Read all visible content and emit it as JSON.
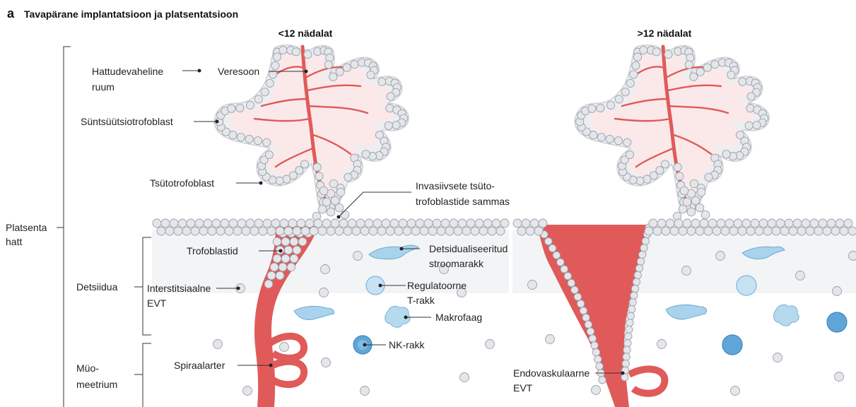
{
  "panel_letter": "a",
  "title": "Tavapärane implantatsioon ja platsentatsioon",
  "left_heading": "<12 nädalat",
  "right_heading": ">12 nädalat",
  "labels": {
    "intervillous_1": "Hattudevaheline",
    "intervillous_2": "ruum",
    "blood_vessel": "Veresoon",
    "syncytiotrophoblast": "Süntsüütsiotrofoblast",
    "cytotrophoblast": "Tsütotrofoblast",
    "column_1": "Invasiivsete tsüto-",
    "column_2": "trofoblastide sammas",
    "villus_1": "Platsenta",
    "villus_2": "hatt",
    "trophoblasts": "Trofoblastid",
    "decidual_stromal_1": "Detsidualiseeritud",
    "decidual_stromal_2": "stroomarakk",
    "decidua": "Detsiidua",
    "interstitial_1": "Interstitsiaalne",
    "interstitial_2": "EVT",
    "treg_1": "Regulatoorne",
    "treg_2": "T-rakk",
    "macrophage": "Makrofaag",
    "nk": "NK-rakk",
    "myometrium_1": "Müo-",
    "myometrium_2": "meetrium",
    "spiral": "Spiraalarter",
    "endovascular_1": "Endovaskulaarne",
    "endovascular_2": "EVT"
  },
  "colors": {
    "artery": "#e05a5a",
    "artery_light": "#f6d6d6",
    "villus_fill": "#fbe9e9",
    "villus_shell": "#eceef1",
    "cell_fill": "#e4e6ea",
    "cell_stroke": "#9aa0a8",
    "decidua_band": "#f2f3f5",
    "immune_blue": "#a9d3ec",
    "nk_blue": "#5ea6d8"
  }
}
